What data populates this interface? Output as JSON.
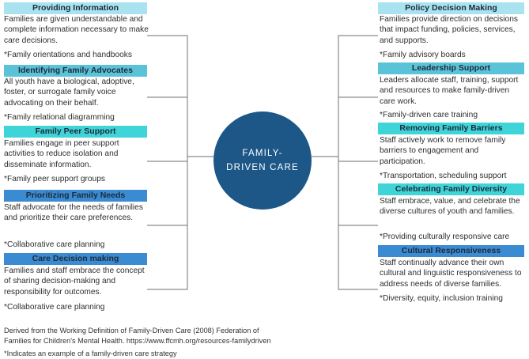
{
  "center": {
    "title": "FAMILY-DRIVEN CARE"
  },
  "colors": {
    "circle": "#1d5787",
    "light_header": "#a8e3ef",
    "mid_header": "#5bc3d8",
    "teal_header": "#3fd5d8",
    "blue_header": "#3a8bd1",
    "connector": "#8a8a8a"
  },
  "left": [
    {
      "header": "Providing Information",
      "body": "Families are given understandable and complete information necessary to make care decisions.",
      "example": "*Family orientations and handbooks"
    },
    {
      "header": "Identifying Family Advocates",
      "body": "All youth have a biological, adoptive, foster, or surrogate family voice advocating on their behalf.",
      "example": "*Family relational diagramming"
    },
    {
      "header": "Family Peer Support",
      "body": " Families engage in peer support activities to reduce isolation and disseminate information.",
      "example": "*Family peer support groups"
    },
    {
      "header": "Prioritizing Family Needs",
      "body": "Staff advocate for the needs of families and prioritize their care preferences.",
      "example": "*Collaborative care planning"
    },
    {
      "header": "Care Decision making",
      "body": "Families and staff embrace the concept of sharing decision-making and responsibility for outcomes.",
      "example": "*Collaborative care planning"
    }
  ],
  "right": [
    {
      "header": "Policy Decision Making",
      "body": "Families provide direction on decisions that impact funding, policies, services, and supports.",
      "example": "*Family advisory boards"
    },
    {
      "header": "Leadership Support",
      "body": "Leaders allocate staff, training, support and resources to make family-driven care work.",
      "example": "*Family-driven care training"
    },
    {
      "header": "Removing Family Barriers",
      "body": "Staff actively work to remove family barriers to engagement and participation.",
      "example": "*Transportation, scheduling support"
    },
    {
      "header": "Celebrating Family Diversity",
      "body": "Staff embrace, value, and celebrate the diverse cultures of youth and families.",
      "example": "*Providing culturally responsive care"
    },
    {
      "header": "Cultural Responsiveness",
      "body": "Staff continually advance their own cultural and linguistic responsiveness to address needs of diverse families.",
      "example": "*Diversity, equity, inclusion training"
    }
  ],
  "footer": {
    "source_line1": "Derived from the Working Definition of Family-Driven Care (2008) Federation of",
    "source_line2": "Families for Children's Mental Health. https://www.ffcmh.org/resources-familydriven",
    "note": "*Indicates an example of a family-driven care strategy"
  }
}
